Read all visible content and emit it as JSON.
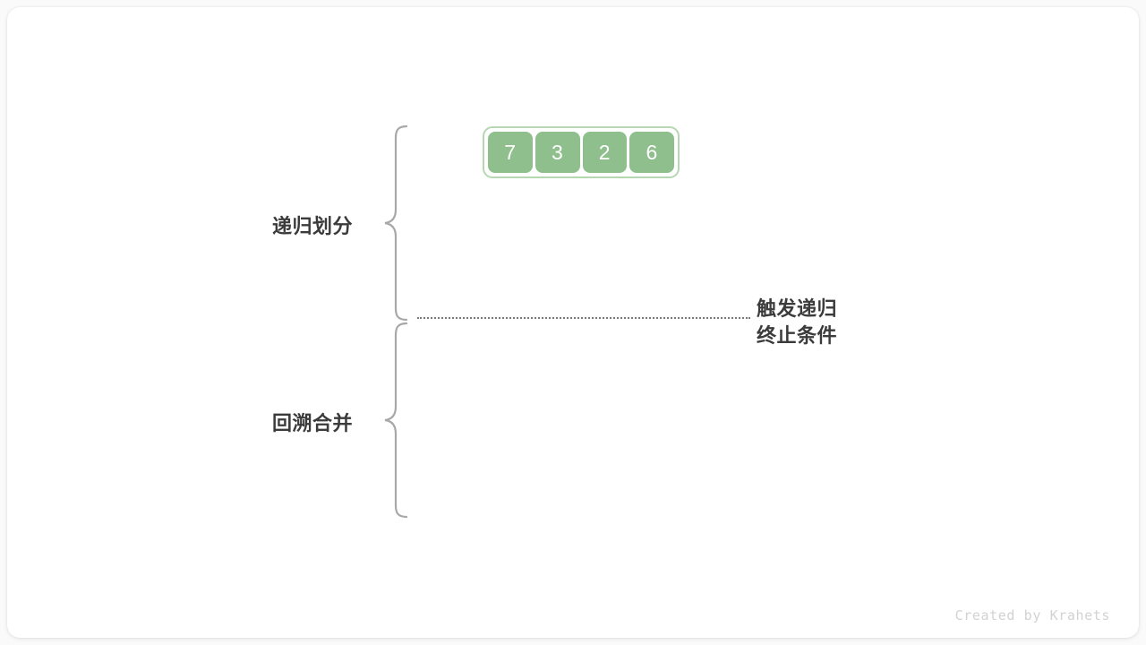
{
  "figure": {
    "background_color": "#fafafa",
    "card_color": "#ffffff"
  },
  "array": {
    "outline_color": "#b7d7b3",
    "cell_color": "#8fbf8c",
    "text_color": "#ffffff",
    "values": [
      "7",
      "3",
      "2",
      "6"
    ]
  },
  "sections": [
    {
      "id": "divide",
      "label": "递归划分"
    },
    {
      "id": "merge",
      "label": "回溯合并"
    }
  ],
  "annotation": {
    "line1": "触发递归",
    "line2": "终止条件"
  },
  "divider": {
    "style": "dotted",
    "color": "#7a7a7a"
  },
  "credit": "Created by Krahets"
}
